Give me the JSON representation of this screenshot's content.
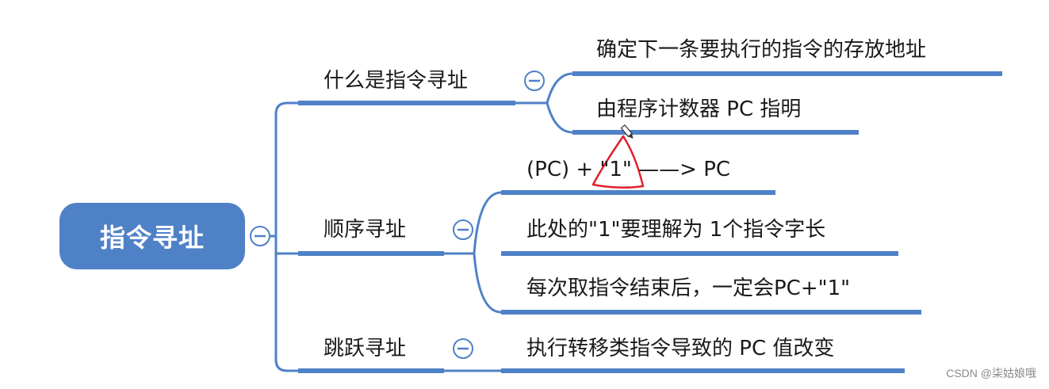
{
  "root": {
    "label": "指令寻址"
  },
  "branches": [
    {
      "label": "什么是指令寻址",
      "children": [
        "确定下一条要执行的指令的存放地址",
        "由程序计数器 PC 指明"
      ]
    },
    {
      "label": "顺序寻址",
      "children": [
        "(PC) + \"1\" ——> PC",
        "此处的\"1\"要理解为 1个指令字长",
        "每次取指令结束后，一定会PC+\"1\""
      ]
    },
    {
      "label": "跳跃寻址",
      "children": [
        "执行转移类指令导致的 PC 值改变"
      ]
    }
  ],
  "collapse_symbol": "−",
  "watermark": "CSDN @柒姑娘哦",
  "colors": {
    "node": "#4f81c7",
    "line": "#4f81c7",
    "annotation": "#e0202a"
  }
}
